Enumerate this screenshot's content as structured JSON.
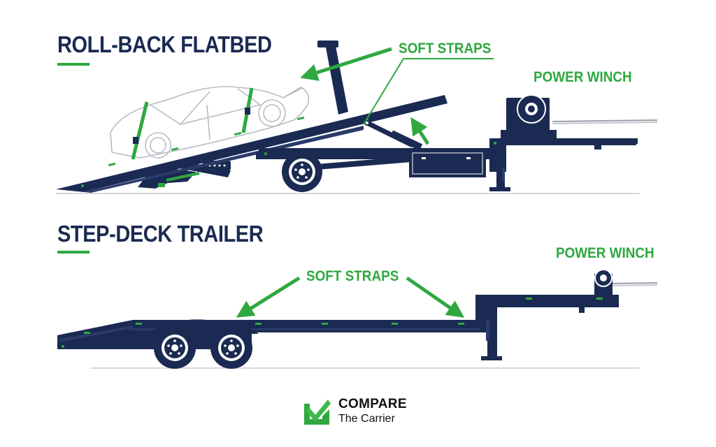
{
  "colors": {
    "navy": "#1b2a52",
    "green": "#2ea83f",
    "outline_gray": "#b8bcc4",
    "ground_gray": "#d5d7db"
  },
  "rollback": {
    "title": "ROLL-BACK FLATBED",
    "callout_straps": "SOFT STRAPS",
    "callout_winch": "POWER WINCH"
  },
  "stepdeck": {
    "title": "STEP-DECK TRAILER",
    "callout_straps": "SOFT STRAPS",
    "callout_winch": "POWER WINCH"
  },
  "brand": {
    "name": "COMPARE",
    "subtitle": "The Carrier",
    "logo_icon": "green-check-box-icon"
  }
}
